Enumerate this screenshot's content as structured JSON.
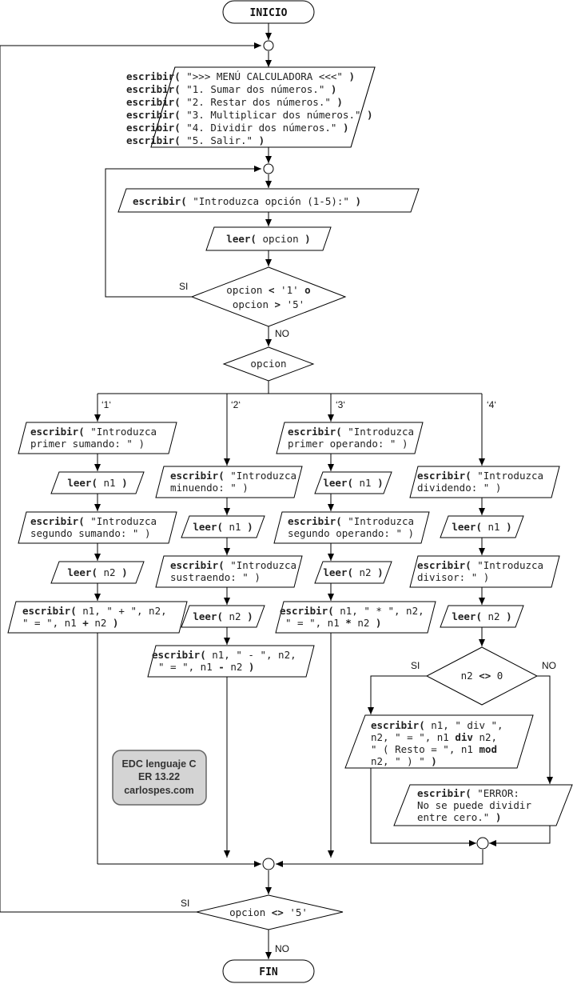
{
  "start_label": "INICIO",
  "end_label": "FIN",
  "menu_lines": [
    {
      "kw": "escribir(",
      "arg": " \">>> MENÚ CALCULADORA <<<\" ",
      "close": ")"
    },
    {
      "kw": "escribir(",
      "arg": " \"1. Sumar dos números.\" ",
      "close": ")"
    },
    {
      "kw": "escribir(",
      "arg": " \"2. Restar dos números.\" ",
      "close": ")"
    },
    {
      "kw": "escribir(",
      "arg": " \"3. Multiplicar dos números.\" ",
      "close": ")"
    },
    {
      "kw": "escribir(",
      "arg": " \"4. Dividir dos números.\" ",
      "close": ")"
    },
    {
      "kw": "escribir(",
      "arg": " \"5. Salir.\" ",
      "close": ")"
    }
  ],
  "prompt_option": {
    "kw": "escribir(",
    "arg": " \"Introduzca opción (1-5):\" ",
    "close": ")"
  },
  "read_option": {
    "kw": "leer(",
    "arg": " opcion ",
    "close": ")"
  },
  "validate": {
    "line1": {
      "a": "opcion ",
      "op": "<",
      "b": " '1' ",
      "c": "o"
    },
    "line2": {
      "a": "opcion ",
      "op": ">",
      "b": " '5'"
    }
  },
  "switch_label": "opcion",
  "yes_label": "SI",
  "no_label": "NO",
  "cases": [
    "‘1‘",
    "‘2‘",
    "‘3‘",
    "‘4‘"
  ],
  "case1": {
    "w1a": {
      "kw": "escribir(",
      "arg": " \"Introduzca"
    },
    "w1b": "primer sumando: \" )",
    "r1": {
      "kw": "leer(",
      "arg": " n1 ",
      "close": ")"
    },
    "w2a": {
      "kw": "escribir(",
      "arg": " \"Introduzca"
    },
    "w2b": "segundo sumando: \" )",
    "r2": {
      "kw": "leer(",
      "arg": " n2 ",
      "close": ")"
    },
    "out_a": {
      "kw": "escribir(",
      "arg": " n1, \" + \", n2,"
    },
    "out_b": {
      "a": "\" = \", n1 ",
      "op": "+",
      "b": " n2 ",
      "close": ")"
    }
  },
  "case2": {
    "w1a": {
      "kw": "escribir(",
      "arg": " \"Introduzca"
    },
    "w1b": "minuendo: \" )",
    "r1": {
      "kw": "leer(",
      "arg": " n1 ",
      "close": ")"
    },
    "w2a": {
      "kw": "escribir(",
      "arg": " \"Introduzca"
    },
    "w2b": "sustraendo: \" )",
    "r2": {
      "kw": "leer(",
      "arg": " n2 ",
      "close": ")"
    },
    "out_a": {
      "kw": "escribir(",
      "arg": " n1, \" - \", n2,"
    },
    "out_b": {
      "a": "\" = \", n1 ",
      "op": "-",
      "b": " n2 ",
      "close": ")"
    }
  },
  "case3": {
    "w1a": {
      "kw": "escribir(",
      "arg": " \"Introduzca"
    },
    "w1b": "primer operando: \" )",
    "r1": {
      "kw": "leer(",
      "arg": " n1 ",
      "close": ")"
    },
    "w2a": {
      "kw": "escribir(",
      "arg": " \"Introduzca"
    },
    "w2b": "segundo operando: \" )",
    "r2": {
      "kw": "leer(",
      "arg": " n2 ",
      "close": ")"
    },
    "out_a": {
      "kw": "escribir(",
      "arg": " n1, \" * \", n2,"
    },
    "out_b": {
      "a": "\" = \", n1 ",
      "op": "*",
      "b": " n2 ",
      "close": ")"
    }
  },
  "case4": {
    "w1a": {
      "kw": "escribir(",
      "arg": " \"Introduzca"
    },
    "w1b": "dividendo: \" )",
    "r1": {
      "kw": "leer(",
      "arg": " n1 ",
      "close": ")"
    },
    "w2a": {
      "kw": "escribir(",
      "arg": " \"Introduzca"
    },
    "w2b": "divisor: \" )",
    "r2": {
      "kw": "leer(",
      "arg": " n2 ",
      "close": ")"
    },
    "cond": {
      "a": "n2 ",
      "op": "<>",
      "b": " 0"
    },
    "div_a": {
      "kw": "escribir(",
      "arg": " n1, \" div \","
    },
    "div_b": {
      "a": "n2, \" = \", n1 ",
      "op": "div",
      "b": " n2,"
    },
    "div_c": {
      "a": "\" ( Resto = \", n1 ",
      "op": "mod"
    },
    "div_d": {
      "a": "n2, \" ) \" ",
      "close": ")"
    },
    "err_a": {
      "kw": "escribir(",
      "arg": " \"ERROR:"
    },
    "err_b": "No se puede dividir",
    "err_c": {
      "a": "entre cero.\" ",
      "close": ")"
    }
  },
  "end_cond": {
    "a": "opcion ",
    "op": "<>",
    "b": " '5'"
  },
  "watermark": [
    "EDC lenguaje C",
    "ER 13.22",
    "carlospes.com"
  ]
}
